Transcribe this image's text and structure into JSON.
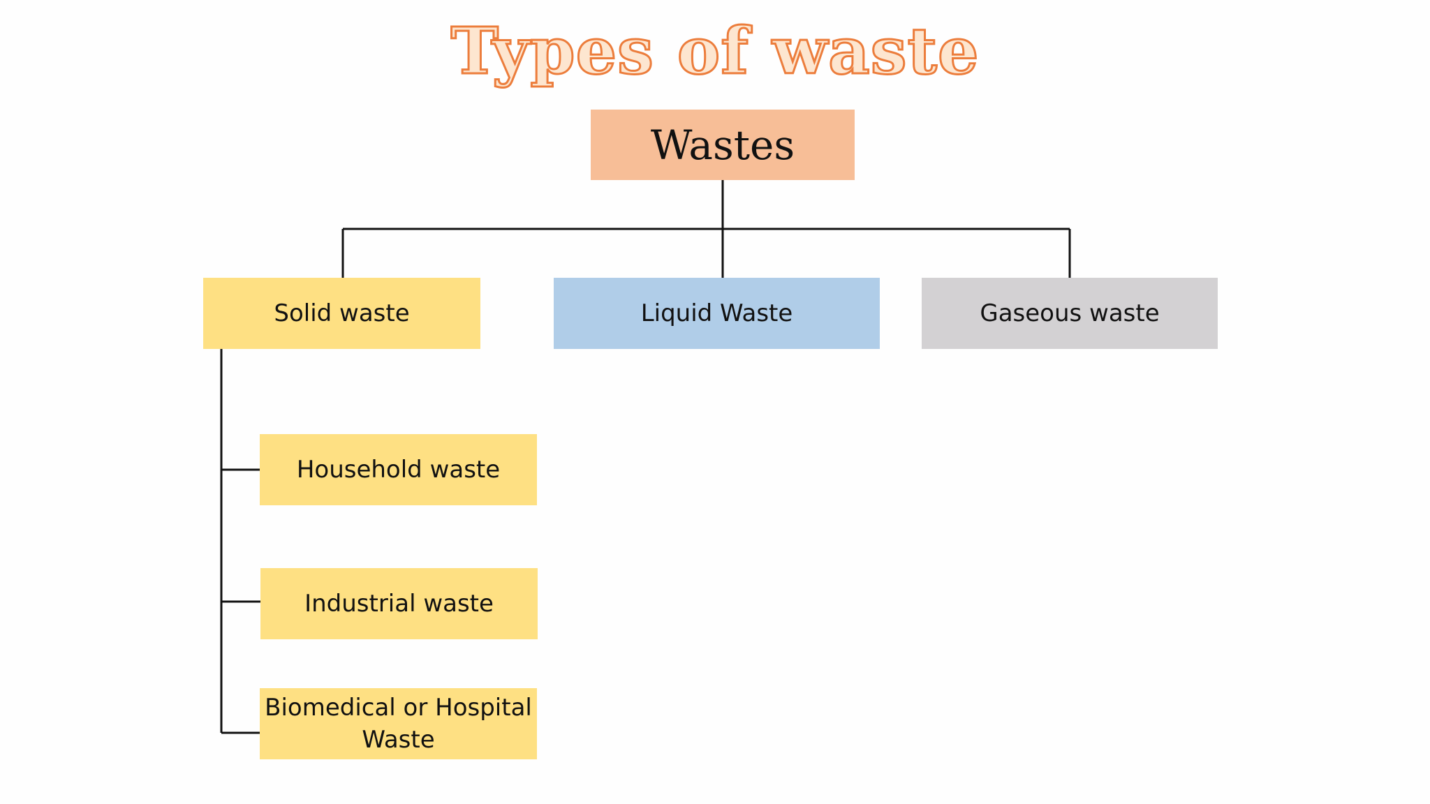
{
  "title": "Types of waste",
  "root": {
    "label": "Wastes"
  },
  "categories": [
    {
      "label": "Solid waste"
    },
    {
      "label": "Liquid Waste"
    },
    {
      "label": "Gaseous waste"
    }
  ],
  "solid_subtypes": [
    {
      "label": "Household waste"
    },
    {
      "label": "Industrial waste"
    },
    {
      "label": "Biomedical or Hospital Waste"
    }
  ],
  "colors": {
    "title_fill": "#fde6d0",
    "title_stroke": "#ec7d3c",
    "root_box": "#f7be97",
    "solid_box": "#fee083",
    "liquid_box": "#b0cde8",
    "gaseous_box": "#d3d1d3",
    "connector": "#111111"
  }
}
